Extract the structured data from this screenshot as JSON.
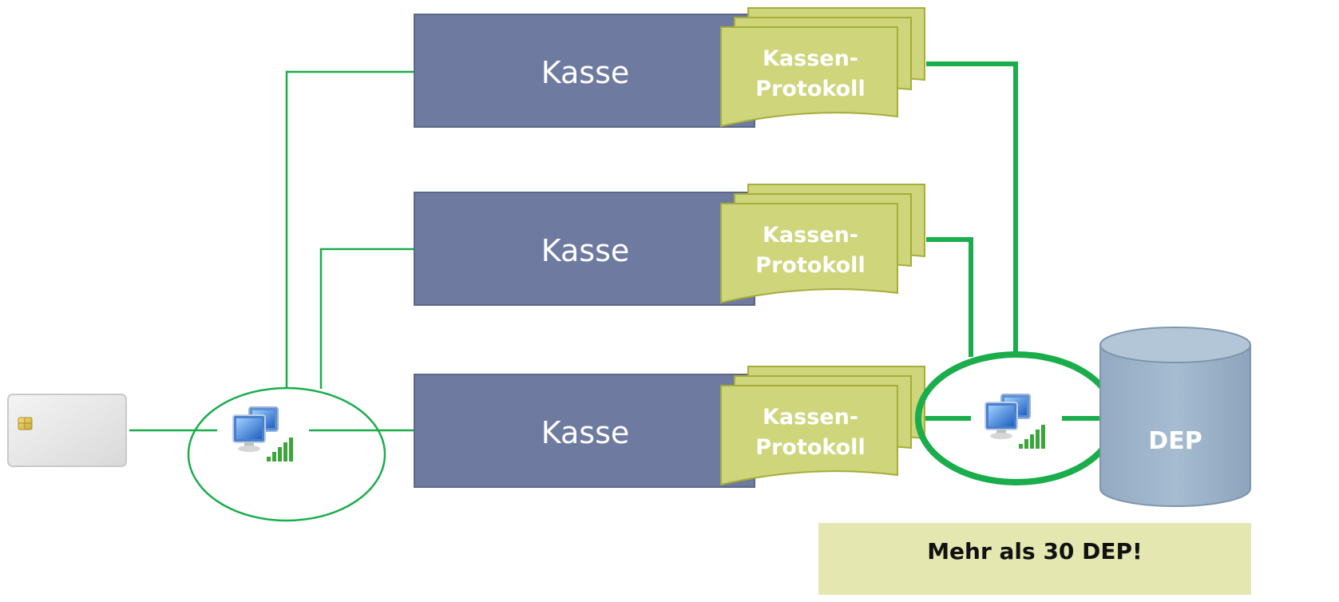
{
  "diagram": {
    "registers": [
      {
        "label": "Kasse",
        "protocol_line1": "Kassen-",
        "protocol_line2": "Protokoll"
      },
      {
        "label": "Kasse",
        "protocol_line1": "Kassen-",
        "protocol_line2": "Protokoll"
      },
      {
        "label": "Kasse",
        "protocol_line1": "Kassen-",
        "protocol_line2": "Protokoll"
      }
    ],
    "storage": {
      "label": "DEP"
    },
    "note": "Mehr als 30 DEP!",
    "colors": {
      "register_fill": "#6e7aa0",
      "protocol_fill": "#cfd57a",
      "protocol_stroke": "#a6ad3a",
      "line_green": "#1aad4b",
      "dep_fill": "#9fb6cc",
      "dep_stroke": "#7f95ad",
      "note_fill": "#e4e8b0"
    },
    "icons": [
      "smartcard-icon",
      "network-computer-icon",
      "network-computer-icon"
    ]
  }
}
